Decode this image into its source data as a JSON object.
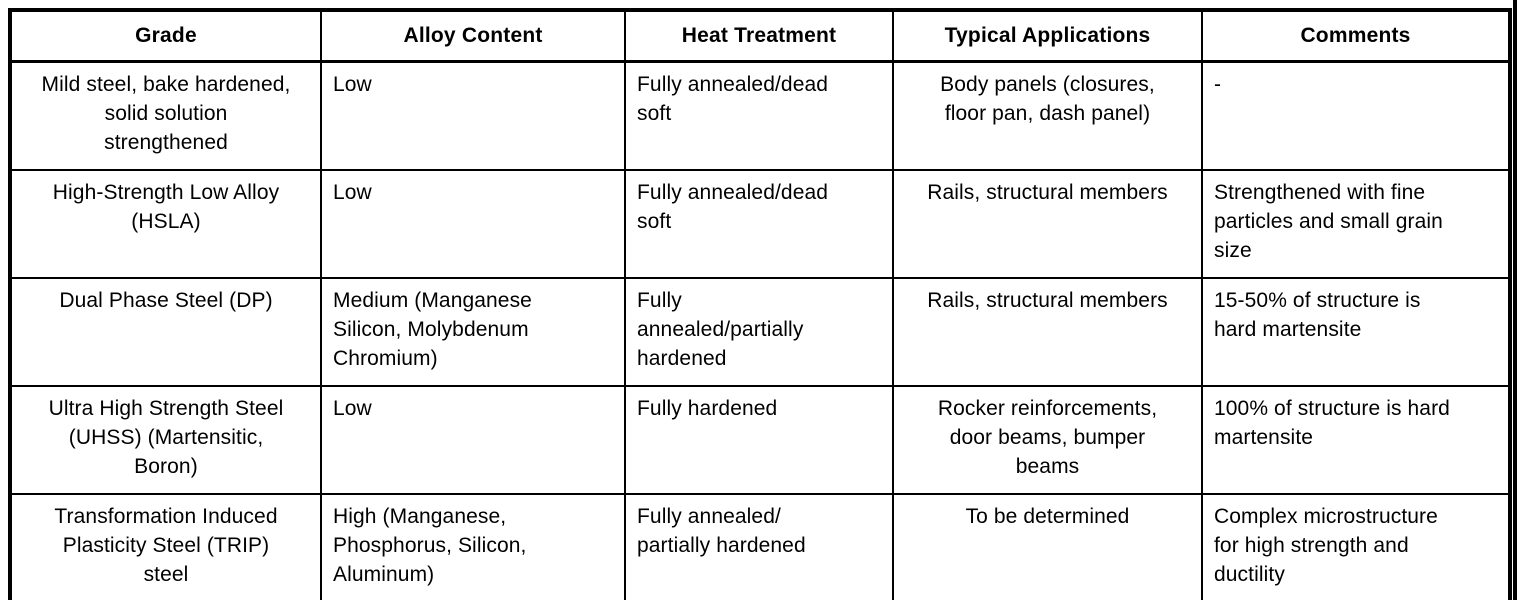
{
  "table": {
    "headers": [
      "Grade",
      "Alloy Content",
      "Heat Treatment",
      "Typical Applications",
      "Comments"
    ],
    "rows": [
      {
        "grade": "Mild steel, bake hardened,\nsolid solution\nstrengthened",
        "alloy_content": "Low",
        "heat_treatment": "Fully annealed/dead\nsoft",
        "typical_applications": "Body panels (closures,\nfloor pan, dash panel)",
        "comments": "-"
      },
      {
        "grade": "High-Strength Low Alloy\n(HSLA)",
        "alloy_content": "Low",
        "heat_treatment": "Fully annealed/dead\nsoft",
        "typical_applications": "Rails, structural members",
        "comments": "Strengthened with fine\nparticles and small grain\nsize"
      },
      {
        "grade": "Dual Phase Steel (DP)",
        "alloy_content": "Medium (Manganese\nSilicon, Molybdenum\nChromium)",
        "heat_treatment": "Fully\nannealed/partially\nhardened",
        "typical_applications": "Rails, structural members",
        "comments": "15-50% of structure is\nhard martensite"
      },
      {
        "grade": "Ultra High Strength Steel\n(UHSS) (Martensitic,\nBoron)",
        "alloy_content": "Low",
        "heat_treatment": "Fully hardened",
        "typical_applications": "Rocker reinforcements,\ndoor beams, bumper\nbeams",
        "comments": "100% of structure is hard\nmartensite"
      },
      {
        "grade": "Transformation Induced\nPlasticity Steel (TRIP)\nsteel",
        "alloy_content": "High (Manganese,\nPhosphorus, Silicon,\nAluminum)",
        "heat_treatment": "Fully annealed/\npartially hardened",
        "typical_applications": "To be determined",
        "comments": "Complex microstructure\nfor high strength and\nductility"
      }
    ]
  },
  "colors": {
    "border": "#000000",
    "background": "#ffffff",
    "text": "#000000"
  }
}
